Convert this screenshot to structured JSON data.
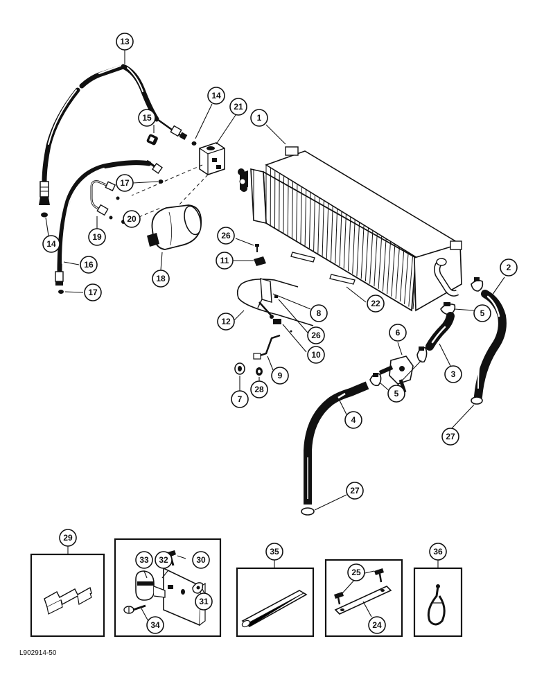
{
  "figure_code": "L902914-50",
  "callouts": {
    "c13": "13",
    "c14a": "14",
    "c14b": "14",
    "c15": "15",
    "c21": "21",
    "c1": "1",
    "c17a": "17",
    "c17b": "17",
    "c20": "20",
    "c19": "19",
    "c16": "16",
    "c18": "18",
    "c26a": "26",
    "c26b": "26",
    "c11": "11",
    "c22": "22",
    "c8": "8",
    "c12": "12",
    "c10": "10",
    "c9": "9",
    "c28": "28",
    "c7": "7",
    "c6": "6",
    "c5a": "5",
    "c5b": "5",
    "c3": "3",
    "c2": "2",
    "c4": "4",
    "c27a": "27",
    "c27b": "27",
    "c29": "29",
    "c33": "33",
    "c32": "32",
    "c30": "30",
    "c31": "31",
    "c34": "34",
    "c35": "35",
    "c25": "25",
    "c24": "24",
    "c36": "36"
  }
}
